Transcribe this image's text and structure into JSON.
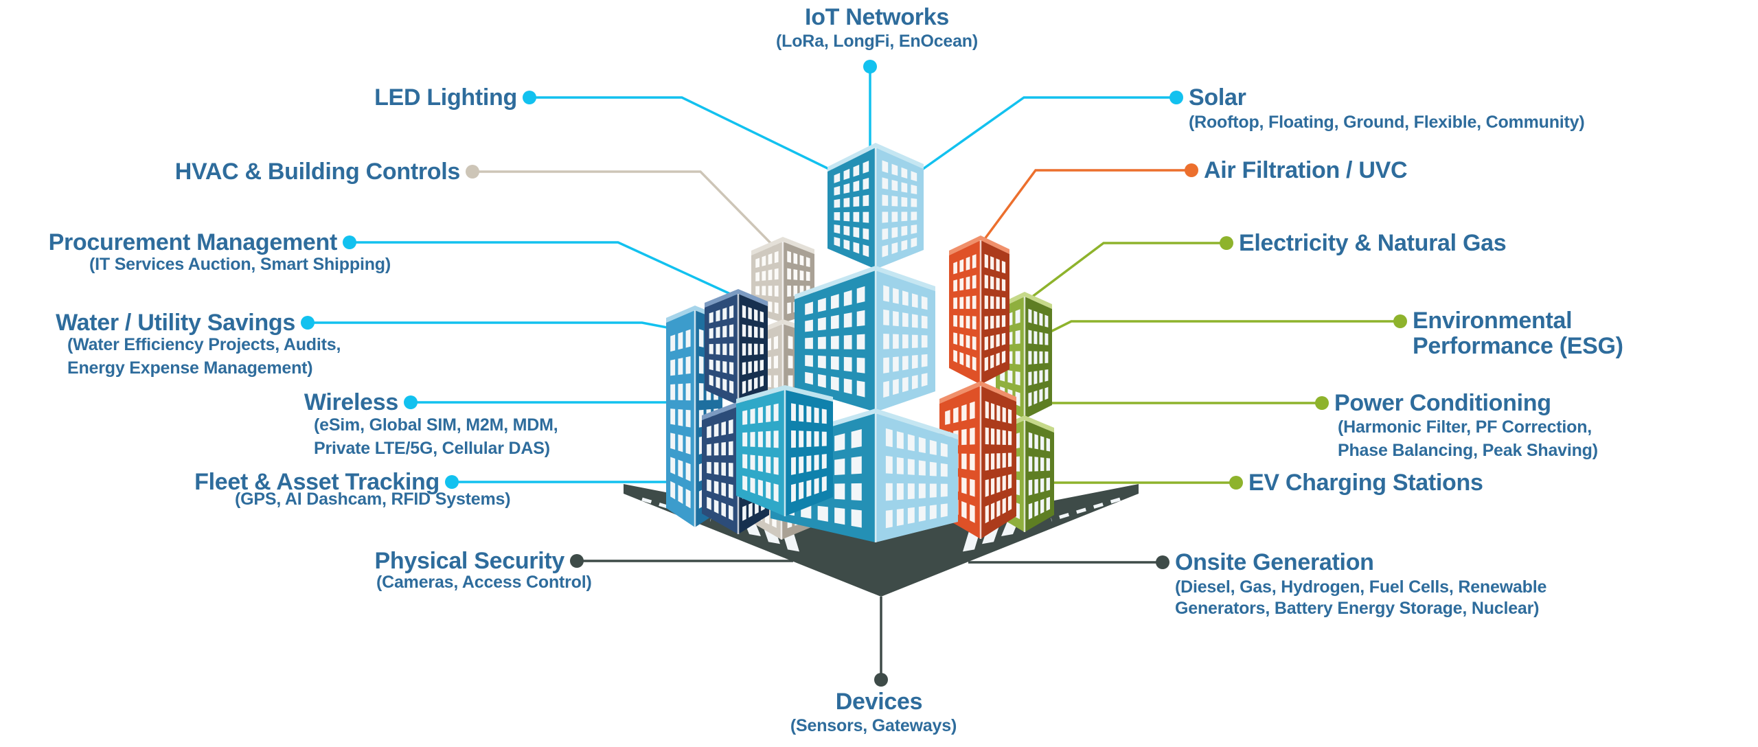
{
  "diagram_title": "Smart building services diagram",
  "center_illustration": "Isometric city office buildings on a road intersection with crosswalks",
  "colors": {
    "text_blue": "#2E6C9C",
    "accent_cyan": "#12C1EF",
    "accent_beige": "#CDC5B7",
    "accent_orange": "#EC6F2D",
    "accent_green": "#8EB32C",
    "accent_dark": "#3E4B48",
    "road": "#3E4B48",
    "window_white": "#F2F6F8",
    "bldg_tower_left": "#2490B5",
    "bldg_tower_right": "#9ED3EA",
    "bldg_tower_cap": "#C5E6F2",
    "bldg_front_left": "#2FA8C8",
    "bldg_front_right": "#0F81AC",
    "bldg_front_cap": "#BFE4EF",
    "bldg_gray_left": "#CFC9BF",
    "bldg_gray_right": "#A9A195",
    "bldg_gray_cap": "#E4E0D8",
    "bldg_navy_left": "#2C4C79",
    "bldg_navy_right": "#16304F",
    "bldg_navy_cap": "#7C9BC2",
    "bldg_red_left": "#DF5127",
    "bldg_red_right": "#AC3B1B",
    "bldg_red_cap": "#F0906B",
    "bldg_olive_left": "#8FAF3E",
    "bldg_olive_right": "#5E7E23",
    "bldg_olive_cap": "#C6D98A",
    "bldg_blue_left": "#3C9CCC",
    "bldg_blue_right": "#1E6F9F",
    "bldg_blue_cap": "#A6D4EA"
  },
  "services": [
    {
      "id": "iot-networks",
      "title": "IoT Networks",
      "subtitle": "(LoRa, LongFi, EnOcean)",
      "accent": "cyan",
      "side": "top"
    },
    {
      "id": "led-lighting",
      "title": "LED Lighting",
      "subtitle": "",
      "accent": "cyan",
      "side": "left"
    },
    {
      "id": "hvac-building-controls",
      "title": "HVAC & Building Controls",
      "subtitle": "",
      "accent": "beige",
      "side": "left"
    },
    {
      "id": "procurement-management",
      "title": "Procurement Management",
      "subtitle": "(IT Services Auction, Smart Shipping)",
      "accent": "cyan",
      "side": "left"
    },
    {
      "id": "water-utility-savings",
      "title": "Water / Utility Savings",
      "subtitle": "(Water Efficiency Projects, Audits,\nEnergy Expense Management)",
      "accent": "cyan",
      "side": "left"
    },
    {
      "id": "wireless",
      "title": "Wireless",
      "subtitle": "(eSim, Global SIM, M2M, MDM,\nPrivate LTE/5G, Cellular DAS)",
      "accent": "cyan",
      "side": "left"
    },
    {
      "id": "fleet-asset-tracking",
      "title": "Fleet & Asset Tracking",
      "subtitle": "(GPS, AI Dashcam, RFID Systems)",
      "accent": "cyan",
      "side": "left"
    },
    {
      "id": "physical-security",
      "title": "Physical Security",
      "subtitle": "(Cameras, Access Control)",
      "accent": "dark",
      "side": "left"
    },
    {
      "id": "devices",
      "title": "Devices",
      "subtitle": "(Sensors, Gateways)",
      "accent": "dark",
      "side": "bottom"
    },
    {
      "id": "solar",
      "title": "Solar",
      "subtitle": "(Rooftop, Floating, Ground, Flexible, Community)",
      "accent": "cyan",
      "side": "right"
    },
    {
      "id": "air-filtration-uvc",
      "title": "Air Filtration / UVC",
      "subtitle": "",
      "accent": "orange",
      "side": "right"
    },
    {
      "id": "electricity-natural-gas",
      "title": "Electricity & Natural Gas",
      "subtitle": "",
      "accent": "green",
      "side": "right"
    },
    {
      "id": "environmental-performance",
      "title": "Environmental\nPerformance (ESG)",
      "subtitle": "",
      "accent": "green",
      "side": "right"
    },
    {
      "id": "power-conditioning",
      "title": "Power Conditioning",
      "subtitle": "(Harmonic Filter, PF Correction,\nPhase Balancing, Peak Shaving)",
      "accent": "green",
      "side": "right"
    },
    {
      "id": "ev-charging-stations",
      "title": "EV Charging Stations",
      "subtitle": "",
      "accent": "green",
      "side": "right"
    },
    {
      "id": "onsite-generation",
      "title": "Onsite Generation",
      "subtitle": "(Diesel, Gas, Hydrogen, Fuel Cells, Renewable\nGenerators, Battery Energy Storage, Nuclear)",
      "accent": "dark",
      "side": "right"
    }
  ]
}
